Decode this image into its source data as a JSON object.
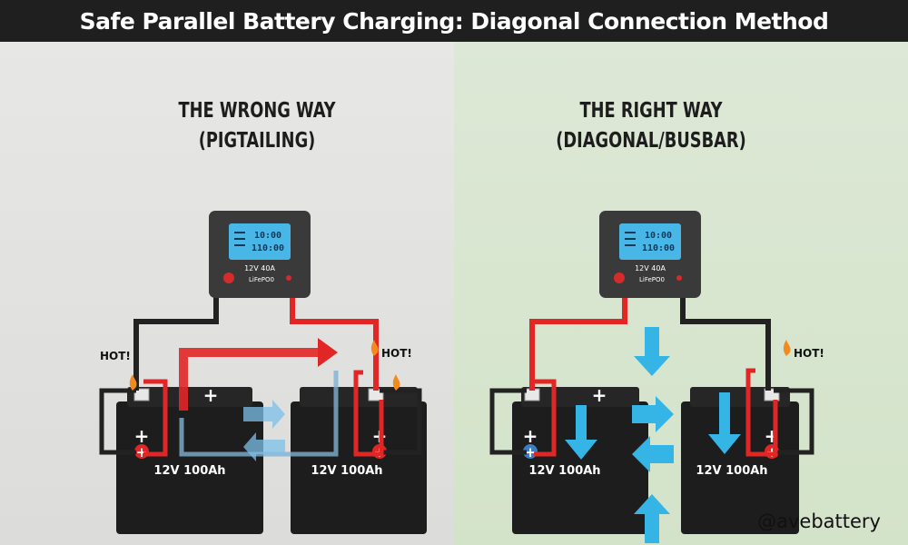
{
  "title": "Safe Parallel Battery Charging: Diagonal Connection Method",
  "left": {
    "heading_line1": "THE WRONG WAY",
    "heading_line2": "(PIGTAILING)",
    "charger_spec": "12V 40A",
    "charger_chem": "LiFePO0",
    "screen_line1": "10:00",
    "screen_line2": "110:00",
    "battery_a_label": "12V 100Ah",
    "battery_b_label": "12V 100Ah",
    "hot_left": "HOT!",
    "hot_right": "HOT!"
  },
  "right": {
    "heading_line1": "THE RIGHT WAY",
    "heading_line2": "(DIAGONAL/BUSBAR)",
    "charger_spec": "12V 40A",
    "charger_chem": "LiFePO0",
    "screen_line1": "10:00",
    "screen_line2": "110:00",
    "battery_a_label": "12V 100Ah",
    "battery_b_label": "12V 100Ah",
    "hot_right": "HOT!"
  },
  "terminal_plus": "+",
  "watermark": "@avebattery",
  "colors": {
    "header_bg": "#1f1f1f",
    "left_bg": "#e3e3e1",
    "right_bg": "#d8e6cf",
    "battery": "#1d1d1d",
    "positive_wire": "#e22626",
    "negative_wire": "#222222",
    "flow_arrow": "#35b4e6",
    "current_arrow": "#e22626",
    "screen": "#49b6e8"
  },
  "icons": [
    "flame-icon",
    "plus-terminal-icon",
    "arrow-icon",
    "power-button-icon"
  ]
}
